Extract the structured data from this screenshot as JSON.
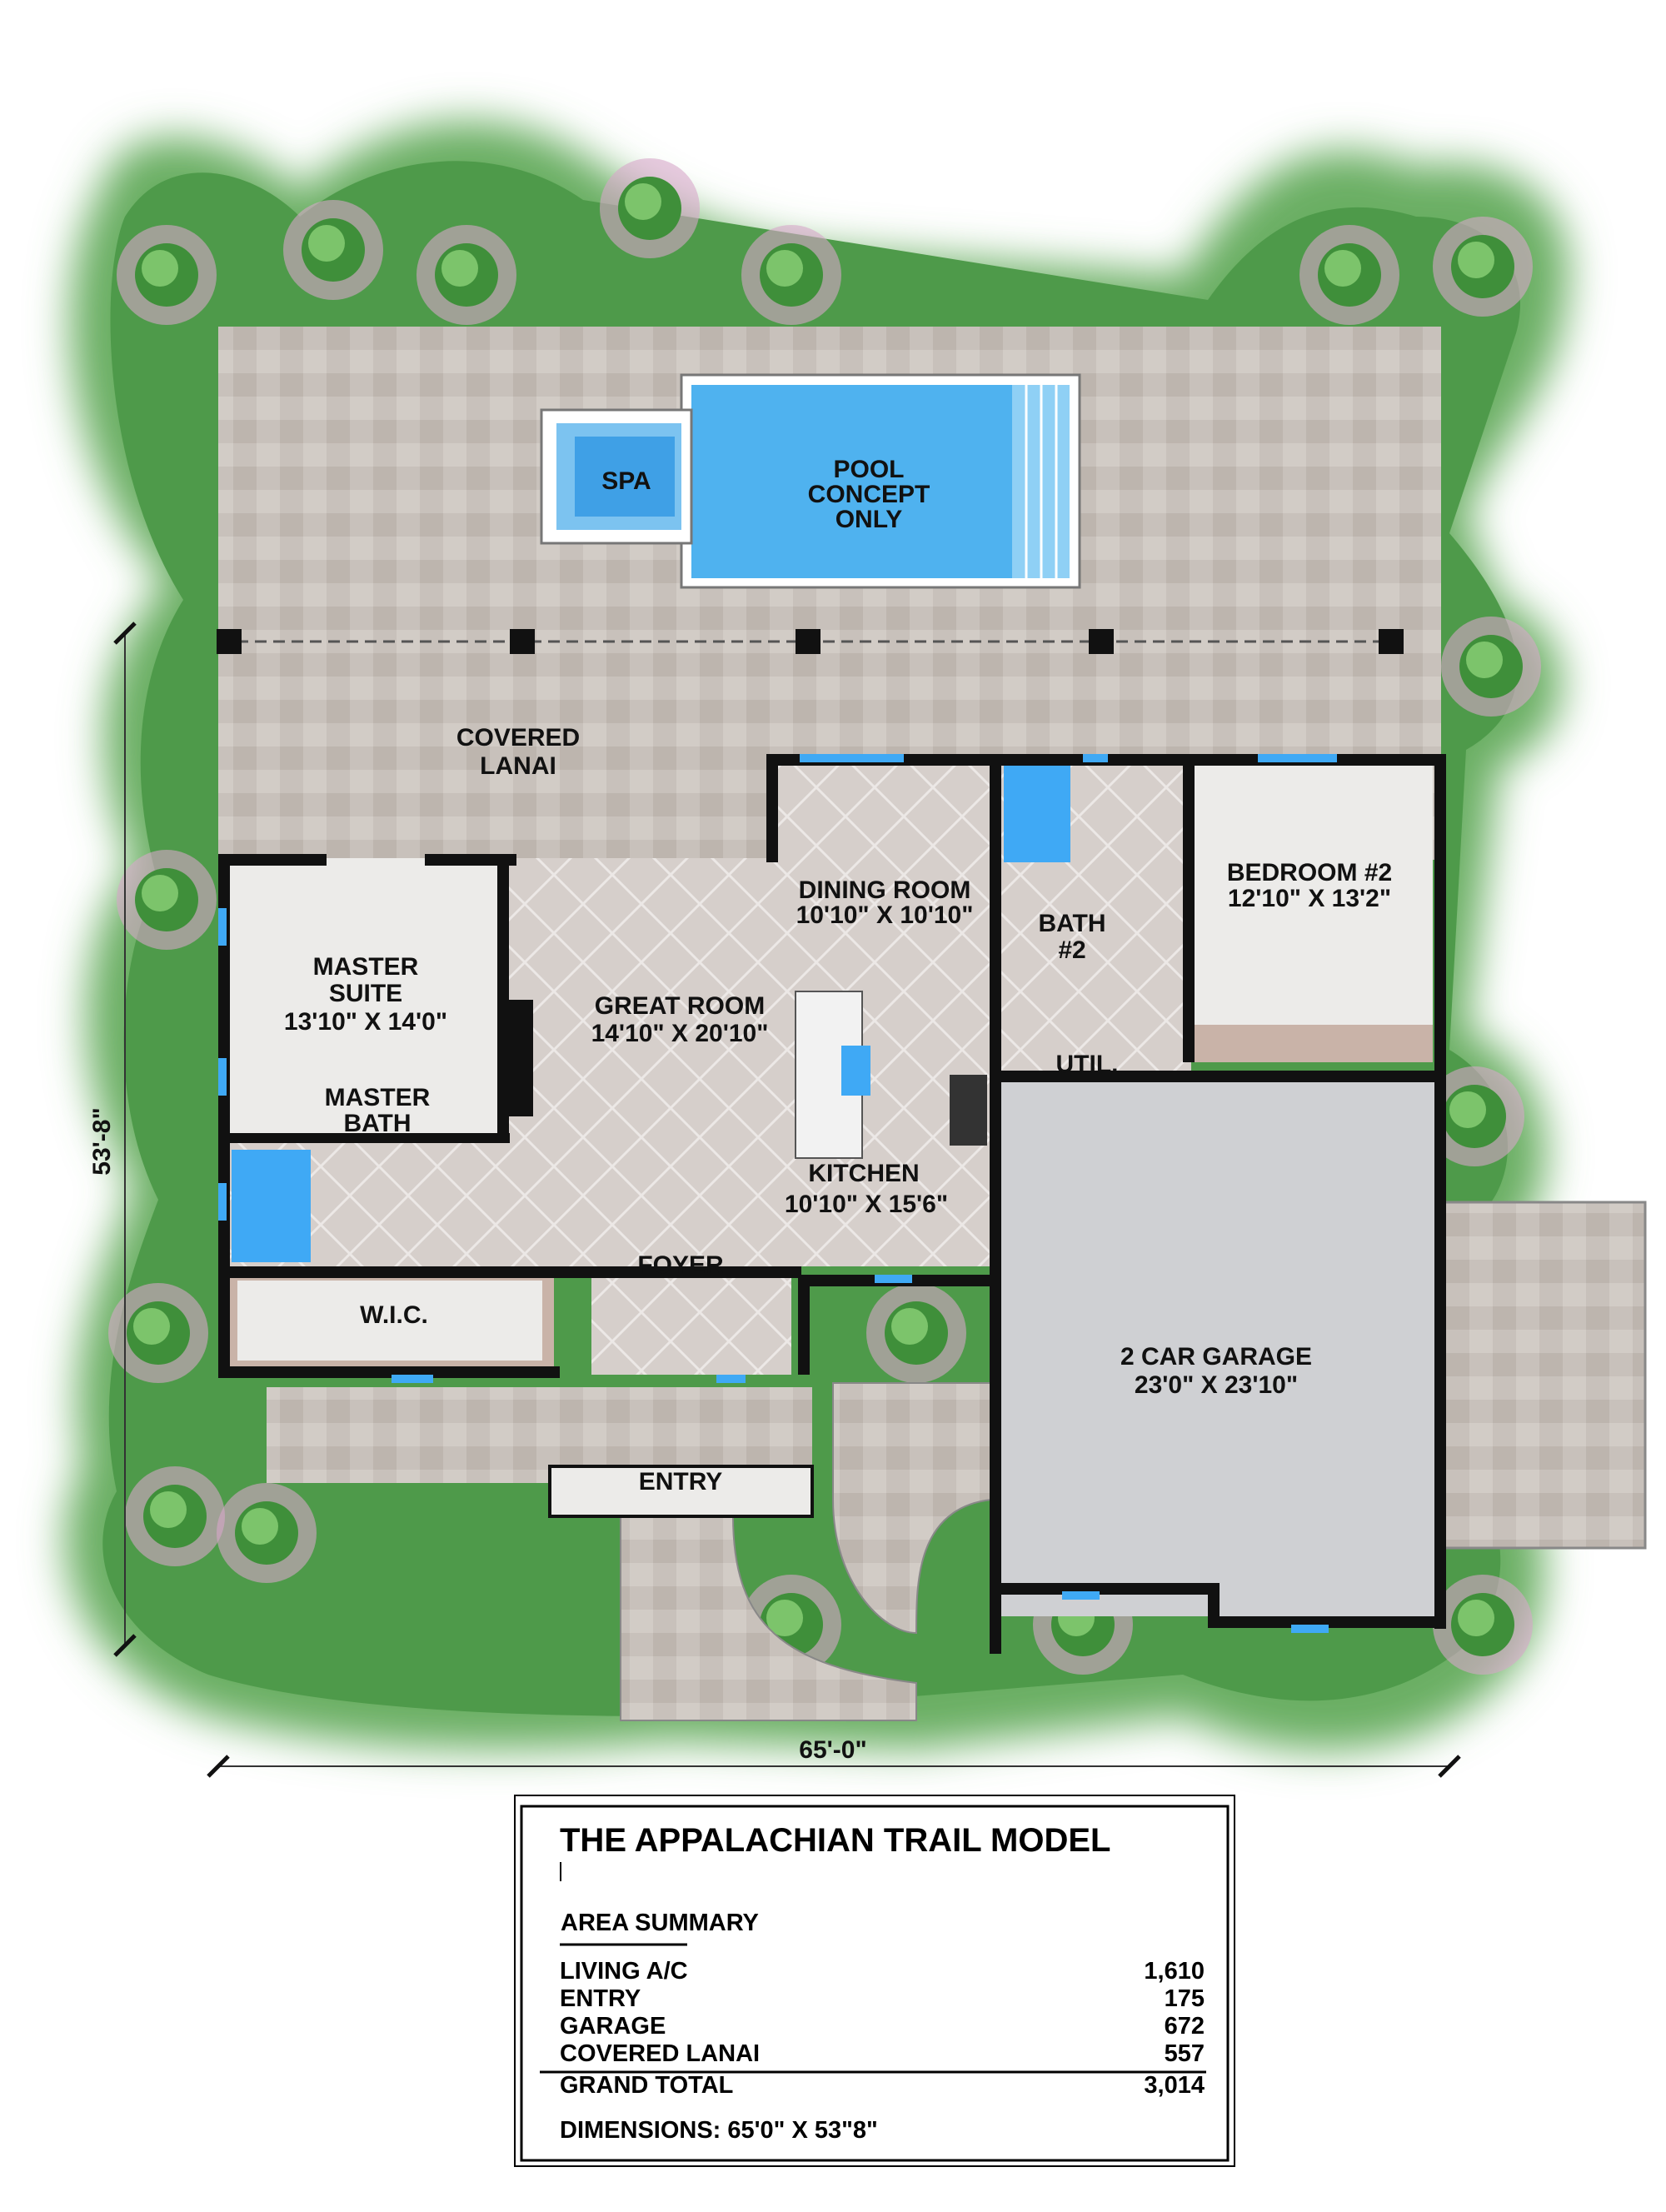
{
  "plan": {
    "pool": {
      "spa": "SPA",
      "pool_lines": [
        "POOL",
        "CONCEPT",
        "ONLY"
      ]
    },
    "rooms": {
      "covered_lanai": [
        "COVERED",
        "LANAI"
      ],
      "dining_room": [
        "DINING ROOM",
        "10'10\" X 10'10\""
      ],
      "bath2": [
        "BATH",
        "#2"
      ],
      "bedroom2": [
        "BEDROOM #2",
        "12'10\" X 13'2\""
      ],
      "master_suite": [
        "MASTER",
        "SUITE",
        "13'10\" X 14'0\""
      ],
      "great_room": [
        "GREAT ROOM",
        "14'10\" X 20'10\""
      ],
      "master_bath": [
        "MASTER",
        "BATH"
      ],
      "util": "UTIL.",
      "kitchen": [
        "KITCHEN",
        "10'10\" X 15'6\""
      ],
      "foyer": "FOYER",
      "wic": "W.I.C.",
      "garage": [
        "2 CAR GARAGE",
        "23'0\" X 23'10\""
      ],
      "entry": "ENTRY"
    },
    "dimensions": {
      "depth": "53'-8\"",
      "width": "65'-0\""
    },
    "colors": {
      "grass": "#5fa85a",
      "paver": "#c9c2bc",
      "water": "#3fa9f5",
      "floor": "#d8d2ce",
      "garage": "#cfd0d3",
      "wall": "#111111"
    }
  },
  "summary": {
    "title": "THE APPALACHIAN TRAIL MODEL",
    "heading": "AREA SUMMARY",
    "rows": [
      {
        "label": "LIVING A/C",
        "value": "1,610"
      },
      {
        "label": "ENTRY",
        "value": "175"
      },
      {
        "label": "GARAGE",
        "value": "672"
      },
      {
        "label": "COVERED LANAI",
        "value": "557"
      }
    ],
    "total": {
      "label": "GRAND TOTAL",
      "value": "3,014"
    },
    "dimensions": "DIMENSIONS: 65'0\" X 53\"8\""
  }
}
